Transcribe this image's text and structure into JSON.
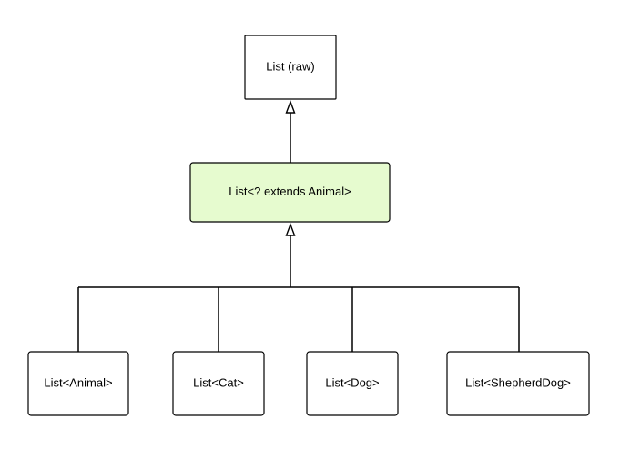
{
  "nodes": {
    "raw": {
      "label": "List (raw)"
    },
    "wildcard": {
      "label": "List<? extends Animal>"
    },
    "animal": {
      "label": "List<Animal>"
    },
    "cat": {
      "label": "List<Cat>"
    },
    "dog": {
      "label": "List<Dog>"
    },
    "shepherd": {
      "label": "List<ShepherdDog>"
    }
  },
  "colors": {
    "highlight_fill": "#e6fbcf",
    "default_fill": "#ffffff",
    "stroke": "#000000"
  }
}
